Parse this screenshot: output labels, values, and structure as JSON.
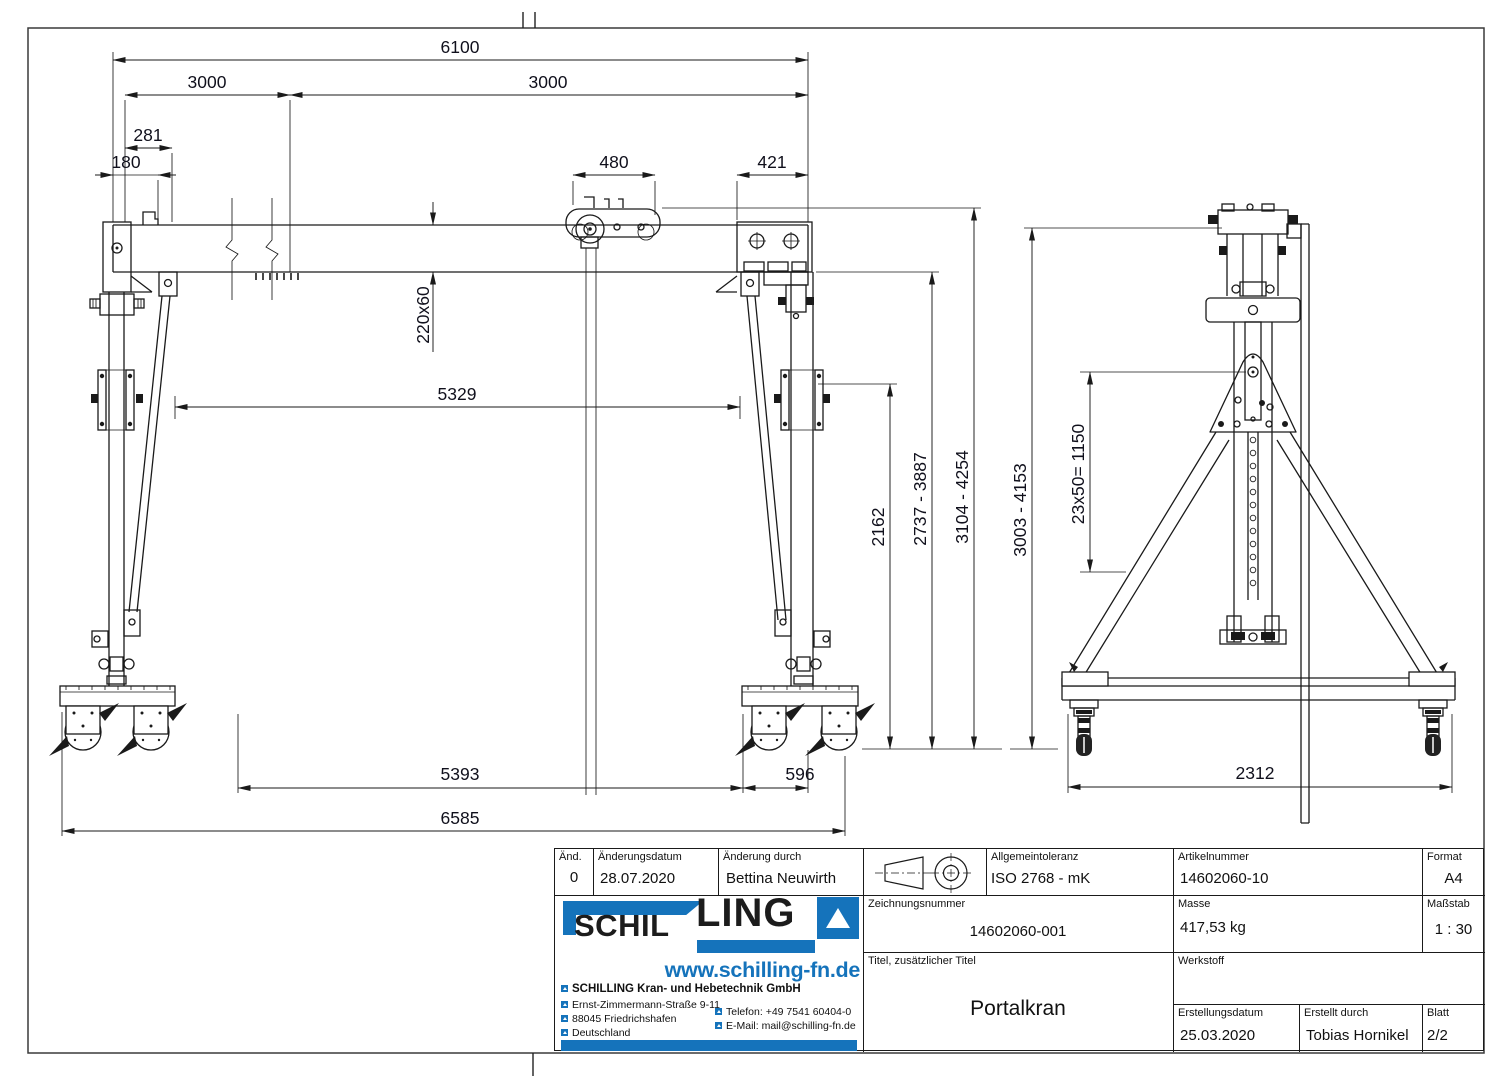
{
  "colors": {
    "brand_blue": "#1573bb",
    "line": "#1a1a1a"
  },
  "drawing": {
    "dims": {
      "span_total": "6100",
      "span_left": "3000",
      "span_right": "3000",
      "offset_281": "281",
      "offset_180": "180",
      "trolley_480": "480",
      "head_421": "421",
      "beam_section": "220x60",
      "clear_5329": "5329",
      "h_2162": "2162",
      "h_range_2737": "2737 - 3887",
      "h_range_3104": "3104 - 4254",
      "h_range_3003": "3003 - 4153",
      "holes_1150": "23x50= 1150",
      "base_5393": "5393",
      "base_596": "596",
      "base_6585": "6585",
      "side_2312": "2312"
    }
  },
  "title_block": {
    "aend_label": "Änd.",
    "aend_value": "0",
    "change_date_label": "Änderungsdatum",
    "change_date_value": "28.07.2020",
    "change_by_label": "Änderung durch",
    "change_by_value": "Bettina Neuwirth",
    "tolerance_label": "Allgemeintoleranz",
    "tolerance_value": "ISO 2768 - mK",
    "article_label": "Artikelnummer",
    "article_value": "14602060-10",
    "format_label": "Format",
    "format_value": "A4",
    "drawing_no_label": "Zeichnungsnummer",
    "drawing_no_value": "14602060-001",
    "mass_label": "Masse",
    "mass_value": "417,53 kg",
    "scale_label": "Maßstab",
    "scale_value": "1 : 30",
    "title_label": "Titel, zusätzlicher Titel",
    "title_value": "Portalkran",
    "material_label": "Werkstoff",
    "created_date_label": "Erstellungsdatum",
    "created_date_value": "25.03.2020",
    "created_by_label": "Erstellt durch",
    "created_by_value": "Tobias Hornikel",
    "sheet_label": "Blatt",
    "sheet_value": "2/2"
  },
  "company": {
    "logo_part1": "SCHIL",
    "logo_part2": "LING",
    "website": "www.schilling-fn.de",
    "name": "SCHILLING Kran- und Hebetechnik GmbH",
    "street": "Ernst-Zimmermann-Straße 9-11",
    "city": "88045 Friedrichshafen",
    "country": "Deutschland",
    "phone": "Telefon: +49 7541 60404-0",
    "email": "E-Mail: mail@schilling-fn.de"
  }
}
